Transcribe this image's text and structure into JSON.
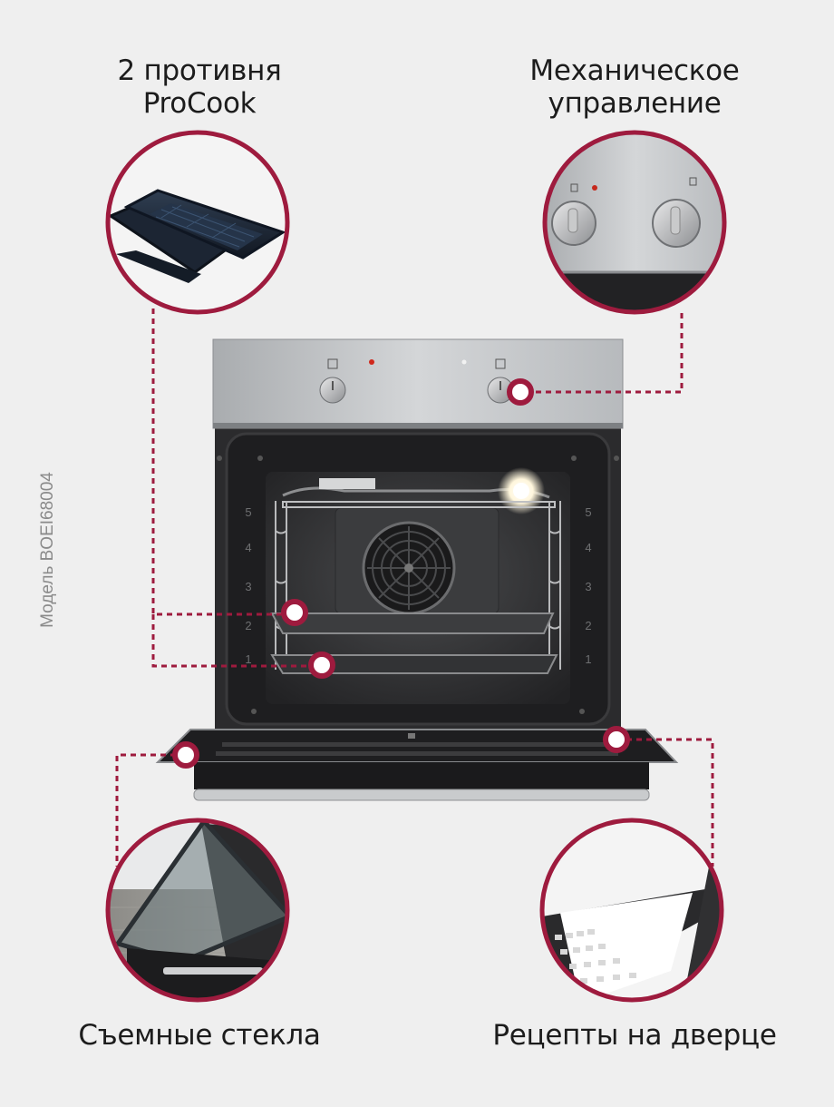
{
  "captions": {
    "top_left_line1": "2 противня",
    "top_left_line2": "ProCook",
    "top_right_line1": "Механическое",
    "top_right_line2": "управление",
    "bottom_left": "Съемные стекла",
    "bottom_right": "Рецепты на дверце"
  },
  "model_label": "Модель BOEI68004",
  "rack_levels": [
    "1",
    "2",
    "3",
    "4",
    "5"
  ],
  "colors": {
    "accent": "#9e1b3e",
    "background": "#efefef",
    "oven_panel": "#c4c6c8",
    "oven_body": "#2c2c2e"
  }
}
